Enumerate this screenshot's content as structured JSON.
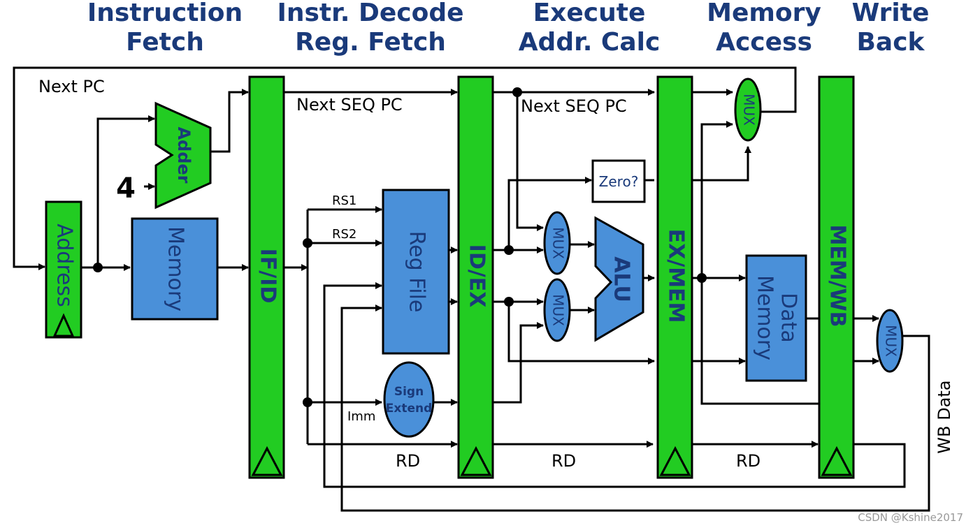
{
  "stages": [
    {
      "line1": "Instruction",
      "line2": "Fetch"
    },
    {
      "line1": "Instr. Decode",
      "line2": "Reg. Fetch"
    },
    {
      "line1": "Execute",
      "line2": "Addr. Calc"
    },
    {
      "line1": "Memory",
      "line2": "Access"
    },
    {
      "line1": "Write",
      "line2": "Back"
    }
  ],
  "labels": {
    "next_pc": "Next PC",
    "next_seq_pc_1": "Next SEQ PC",
    "next_seq_pc_2": "Next SEQ PC",
    "adder": "Adder",
    "four": "4",
    "address": "Address",
    "memory": "Memory",
    "if_id": "IF/ID",
    "rs1": "RS1",
    "rs2": "RS2",
    "imm": "Imm",
    "reg_file": "Reg File",
    "sign": "Sign",
    "extend": "Extend",
    "id_ex": "ID/EX",
    "zero": "Zero?",
    "mux": "MUX",
    "alu": "ALU",
    "ex_mem": "EX/MEM",
    "data": "Data",
    "data_memory": "Memory",
    "mem_wb": "MEM/WB",
    "wb_data": "WB Data",
    "rd_1": "RD",
    "rd_2": "RD",
    "rd_3": "RD"
  },
  "watermark": "CSDN @Kshine2017",
  "colors": {
    "stage_title": "#1a3a7a",
    "pipeline_register": "#22cc22",
    "functional_unit": "#4a90d9",
    "wire": "#000000"
  }
}
